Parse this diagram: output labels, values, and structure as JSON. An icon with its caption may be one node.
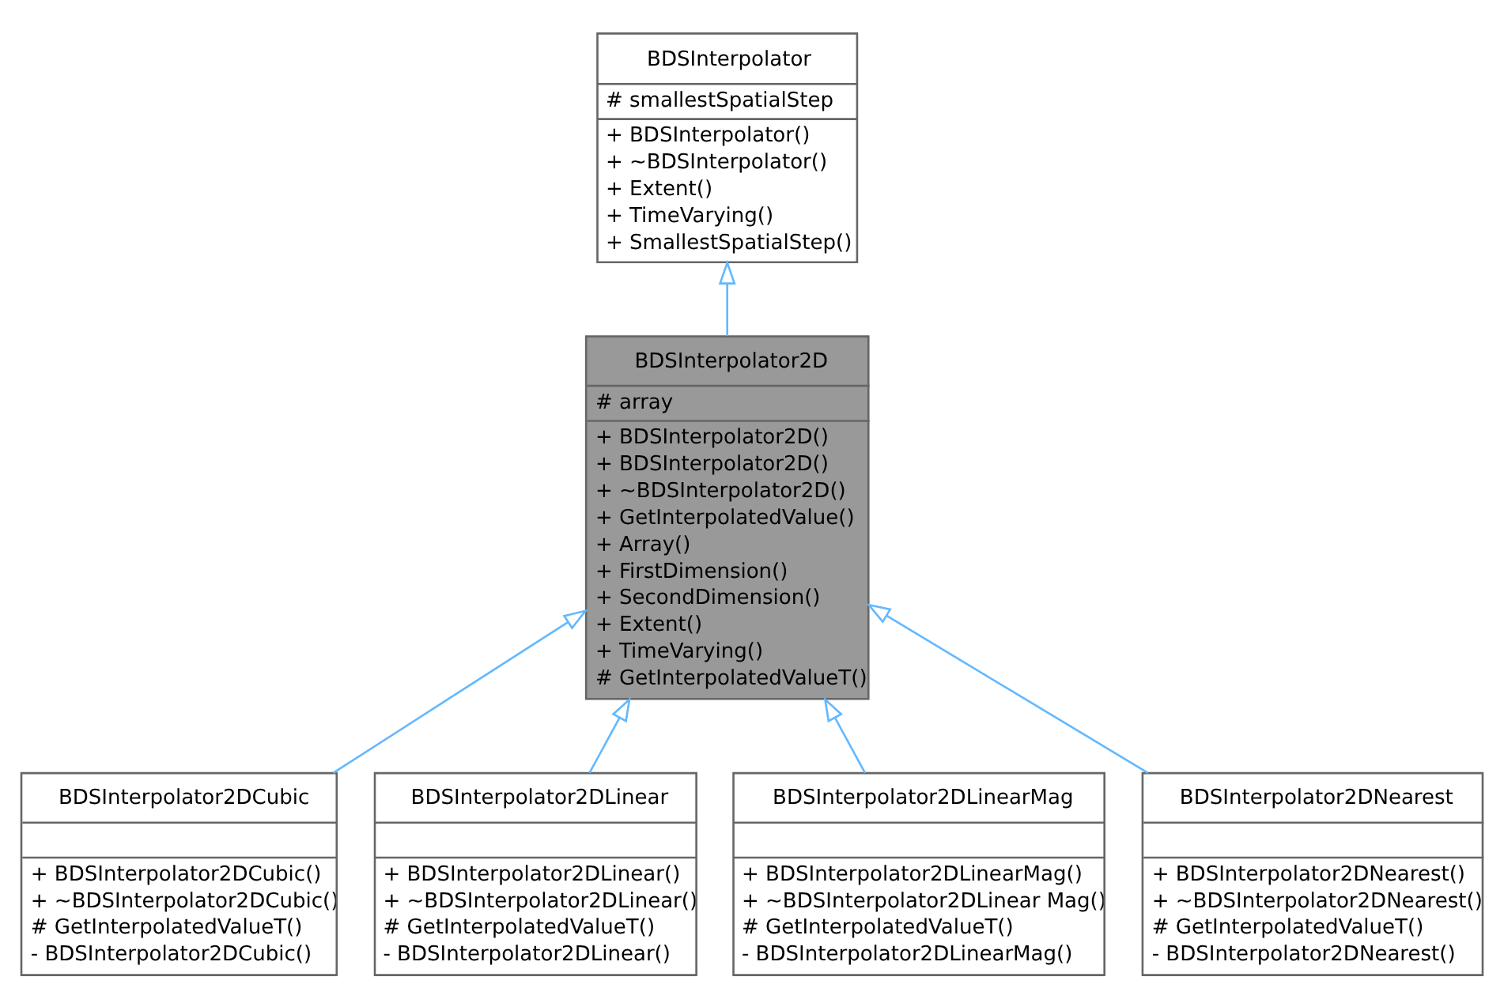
{
  "diagram": {
    "nodes": [
      {
        "text": [
          "BDSInterpolator",
          "# smallestSpatialStep",
          "+ BDSInterpolator()",
          "+ ~BDSInterpolator()",
          "+ Extent()",
          "+ TimeVarying()",
          "+ SmallestSpatialStep()"
        ]
      },
      {
        "text": [
          "BDSInterpolator2D",
          "# array",
          "+ BDSInterpolator2D()",
          "+ BDSInterpolator2D()",
          "+ ~BDSInterpolator2D()",
          "+ GetInterpolatedValue()",
          "+ Array()",
          "+ FirstDimension()",
          "+ SecondDimension()",
          "+ Extent()",
          "+ TimeVarying()",
          "# GetInterpolatedValueT()"
        ]
      },
      {
        "text": [
          "BDSInterpolator2DCubic",
          "+ BDSInterpolator2DCubic()",
          "+ ~BDSInterpolator2DCubic()",
          "# GetInterpolatedValueT()",
          "- BDSInterpolator2DCubic()"
        ]
      },
      {
        "text": [
          "BDSInterpolator2DLinear",
          "+ BDSInterpolator2DLinear()",
          "+ ~BDSInterpolator2DLinear()",
          "# GetInterpolatedValueT()",
          "- BDSInterpolator2DLinear()"
        ]
      },
      {
        "text": [
          "BDSInterpolator2DLinearMag",
          "+ BDSInterpolator2DLinearMag()",
          "+ ~BDSInterpolator2DLinear Mag()",
          "# GetInterpolatedValueT()",
          "- BDSInterpolator2DLinearMag()"
        ]
      },
      {
        "text": [
          "BDSInterpolator2DNearest",
          "+ BDSInterpolator2DNearest()",
          "+ ~BDSInterpolator2DNearest()",
          "# GetInterpolatedValueT()",
          "- BDSInterpolator2DNearest()"
        ]
      }
    ],
    "edges": [
      {
        "from": 1,
        "to": 0,
        "arrow": "to"
      },
      {
        "from": 2,
        "to": 1,
        "arrow": "to"
      },
      {
        "from": 3,
        "to": 1,
        "arrow": "to"
      },
      {
        "from": 4,
        "to": 1,
        "arrow": "to"
      },
      {
        "from": 5,
        "to": 1,
        "arrow": "to"
      }
    ]
  }
}
